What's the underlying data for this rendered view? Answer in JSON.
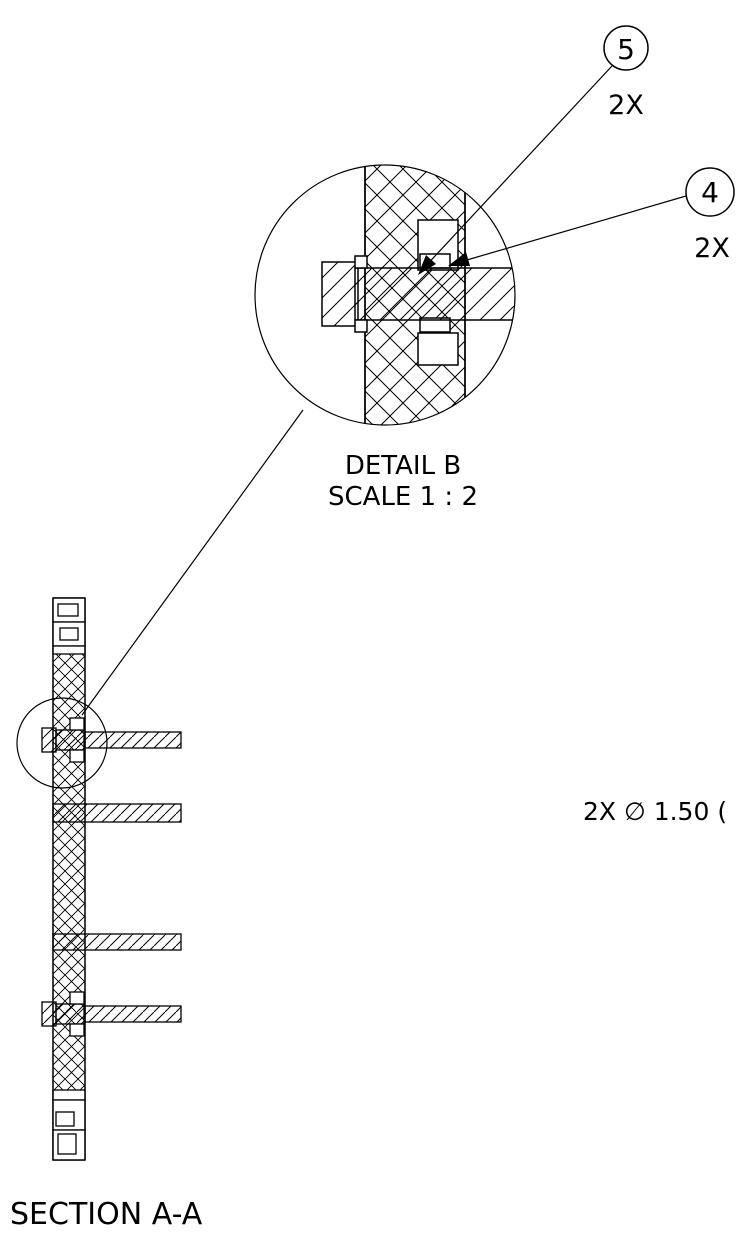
{
  "balloons": [
    {
      "id": "5",
      "qty": "2X"
    },
    {
      "id": "4",
      "qty": "2X"
    }
  ],
  "detail": {
    "title": "DETAIL B",
    "scale": "SCALE 1 : 2"
  },
  "dimension_note": "2X ∅ 1.50 (",
  "section_label": "SECTION A-A"
}
